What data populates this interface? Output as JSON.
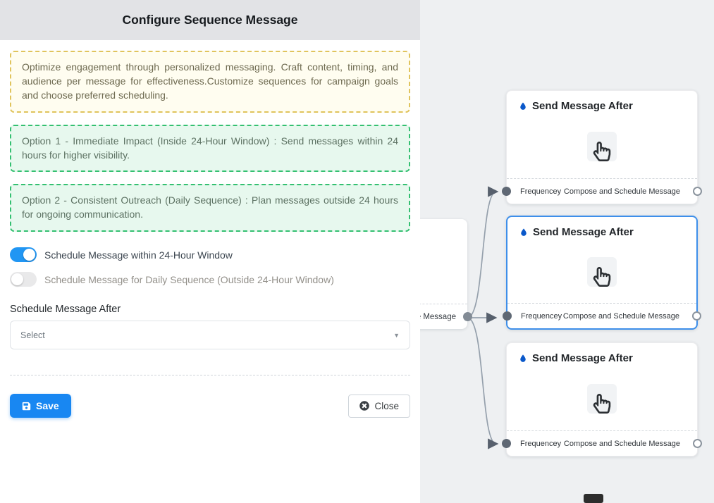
{
  "left_panel": {
    "title": "Configure Sequence Message",
    "info_text": "Optimize engagement through personalized messaging. Craft content, timing, and audience per message for effectiveness.Customize sequences for campaign goals and choose preferred scheduling.",
    "option1_text": "Option 1 - Immediate Impact (Inside 24-Hour Window) : Send messages within 24 hours for higher visibility.",
    "option2_text": "Option 2 - Consistent Outreach (Daily Sequence) : Plan messages outside 24 hours for ongoing communication.",
    "toggles": [
      {
        "label": "Schedule Message within 24-Hour Window",
        "on": true
      },
      {
        "label": "Schedule Message for Daily Sequence (Outside 24-Hour Window)",
        "on": false
      }
    ],
    "schedule_after": {
      "label": "Schedule Message After",
      "value": "Select"
    },
    "buttons": {
      "save": "Save",
      "close": "Close"
    }
  },
  "canvas": {
    "source_node": {
      "visible_label": "ce Message"
    },
    "nodes": [
      {
        "title": "Send Message After",
        "footer_left": "Frequencey",
        "footer_right": "Compose and Schedule Message",
        "selected": false
      },
      {
        "title": "Send Message After",
        "footer_left": "Frequencey",
        "footer_right": "Compose and Schedule Message",
        "selected": true
      },
      {
        "title": "Send Message After",
        "footer_left": "Frequencey",
        "footer_right": "Compose and Schedule Message",
        "selected": false
      }
    ]
  },
  "colors": {
    "accent_blue": "#2196f3",
    "save_button": "#1887f2",
    "selected_node_border": "#3e8fea",
    "green_note_border": "#34c071",
    "green_note_bg": "#e7f8ee",
    "yellow_note_border": "#e0c45d",
    "yellow_note_bg": "#fffdf0",
    "edge_gray": "#95a0ac",
    "droplet_blue": "#0a58ca"
  }
}
